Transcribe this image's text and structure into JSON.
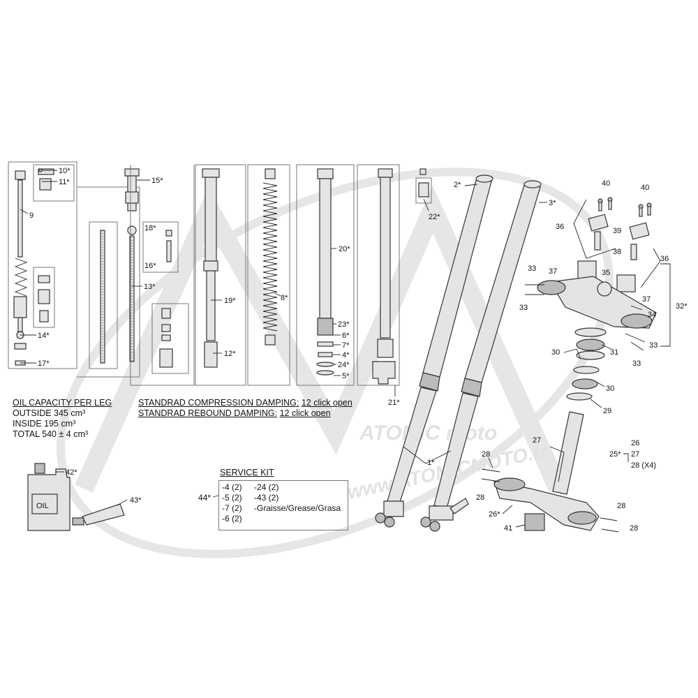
{
  "oil_capacity": {
    "title": "OIL CAPACITY PER LEG",
    "outside": "OUTSIDE 345 cm³",
    "inside": "INSIDE 195 cm³",
    "total": "TOTAL 540 ± 4 cm³"
  },
  "damping": {
    "compression_label": "STANDRAD COMPRESSION DAMPING:",
    "compression_value": "12 click open",
    "rebound_label": "STANDRAD REBOUND DAMPING:",
    "rebound_value": "12 click open"
  },
  "service_kit": {
    "title": "SERVICE KIT",
    "ref": "44*",
    "col1": [
      "-4 (2)",
      "-5 (2)",
      "-7 (2)",
      "-6 (2)"
    ],
    "col2": [
      "-24 (2)",
      "-43 (2)",
      "-Graisse/Grease/Grasa"
    ]
  },
  "oil_bottle_label": "OIL",
  "watermark": "www.ATOMICMOTO.fr",
  "watermark_logo": "ATOMIC moto",
  "part_labels": [
    {
      "id": "p10",
      "text": "10*"
    },
    {
      "id": "p11",
      "text": "11*"
    },
    {
      "id": "p9",
      "text": "9"
    },
    {
      "id": "p14",
      "text": "14*"
    },
    {
      "id": "p17",
      "text": "17*"
    },
    {
      "id": "p15",
      "text": "15*"
    },
    {
      "id": "p18",
      "text": "18*"
    },
    {
      "id": "p16",
      "text": "16*"
    },
    {
      "id": "p13",
      "text": "13*"
    },
    {
      "id": "p19",
      "text": "19*"
    },
    {
      "id": "p12",
      "text": "12*"
    },
    {
      "id": "p8",
      "text": "8*"
    },
    {
      "id": "p20",
      "text": "20*"
    },
    {
      "id": "p23",
      "text": "23*"
    },
    {
      "id": "p6",
      "text": "6*"
    },
    {
      "id": "p7",
      "text": "7*"
    },
    {
      "id": "p4",
      "text": "4*"
    },
    {
      "id": "p24",
      "text": "24*"
    },
    {
      "id": "p5",
      "text": "5*"
    },
    {
      "id": "p21",
      "text": "21*"
    },
    {
      "id": "p22",
      "text": "22*"
    },
    {
      "id": "p2",
      "text": "2*"
    },
    {
      "id": "p3",
      "text": "3*"
    },
    {
      "id": "p1",
      "text": "1*"
    },
    {
      "id": "p40a",
      "text": "40"
    },
    {
      "id": "p40b",
      "text": "40"
    },
    {
      "id": "p36a",
      "text": "36"
    },
    {
      "id": "p39",
      "text": "39"
    },
    {
      "id": "p38",
      "text": "38"
    },
    {
      "id": "p36b",
      "text": "36"
    },
    {
      "id": "p33a",
      "text": "33"
    },
    {
      "id": "p37a",
      "text": "37"
    },
    {
      "id": "p35",
      "text": "35"
    },
    {
      "id": "p33b",
      "text": "33"
    },
    {
      "id": "p37b",
      "text": "37"
    },
    {
      "id": "p34",
      "text": "34"
    },
    {
      "id": "p32",
      "text": "32*"
    },
    {
      "id": "p31",
      "text": "31"
    },
    {
      "id": "p33c",
      "text": "33"
    },
    {
      "id": "p30a",
      "text": "30"
    },
    {
      "id": "p33d",
      "text": "33"
    },
    {
      "id": "p30b",
      "text": "30"
    },
    {
      "id": "p29",
      "text": "29"
    },
    {
      "id": "p27",
      "text": "27"
    },
    {
      "id": "p25",
      "text": "25*"
    },
    {
      "id": "p26r",
      "text": "26"
    },
    {
      "id": "p27r",
      "text": "27"
    },
    {
      "id": "p28x4",
      "text": "28 (X4)"
    },
    {
      "id": "p28a",
      "text": "28"
    },
    {
      "id": "p28b",
      "text": "28"
    },
    {
      "id": "p26",
      "text": "26*"
    },
    {
      "id": "p28c",
      "text": "28"
    },
    {
      "id": "p41",
      "text": "41"
    },
    {
      "id": "p28d",
      "text": "28"
    },
    {
      "id": "p42",
      "text": "42*"
    },
    {
      "id": "p43",
      "text": "43*"
    }
  ]
}
